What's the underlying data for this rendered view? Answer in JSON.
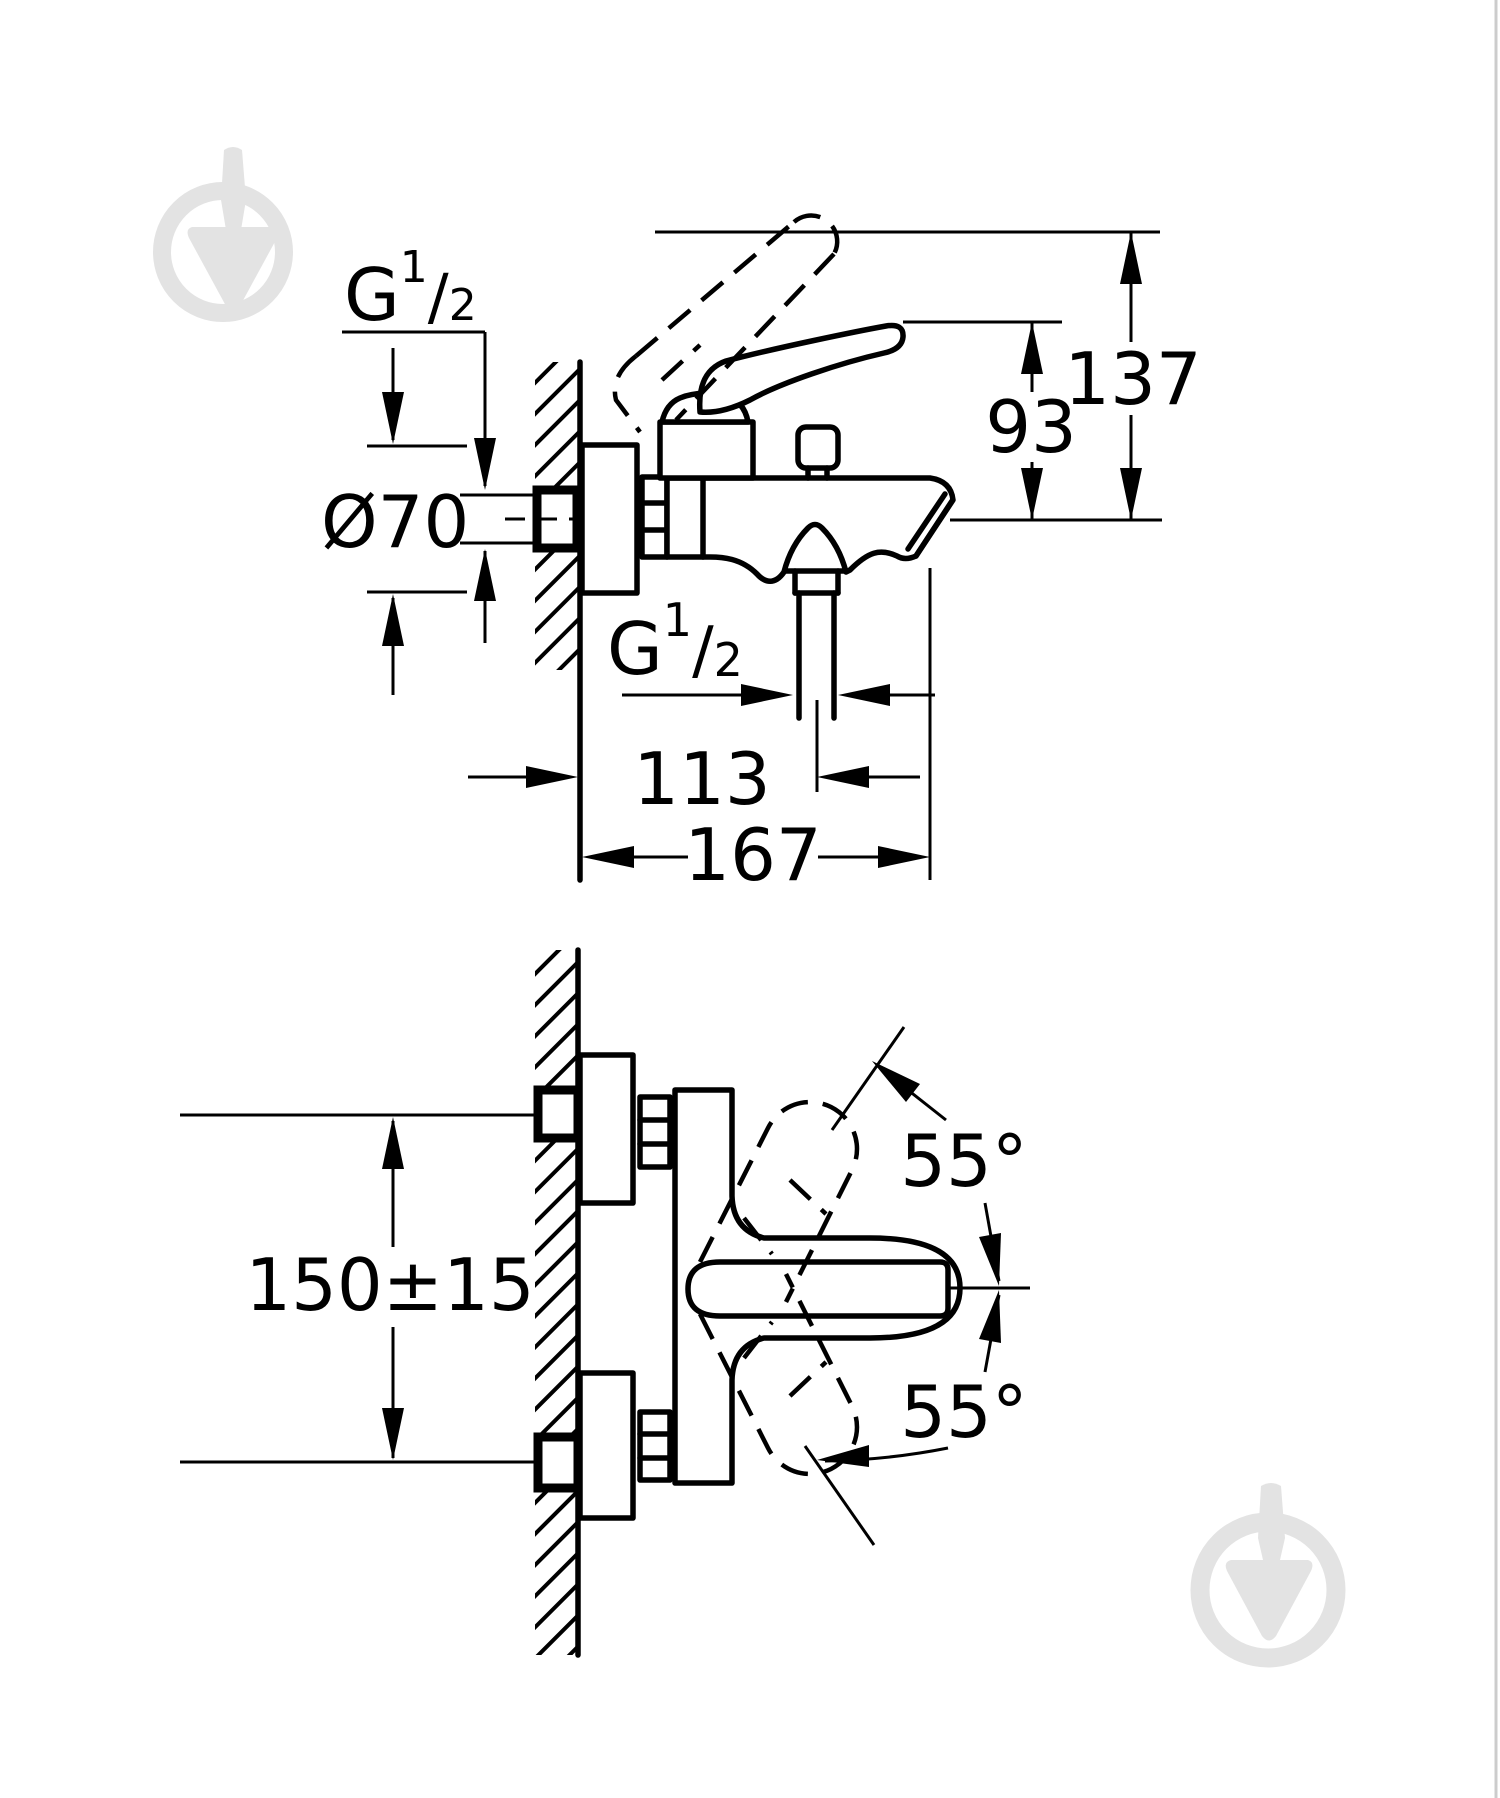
{
  "page": {
    "background": "#ffffff",
    "line_color": "#000000",
    "watermark_color": "#e3e3e3",
    "edge_border_color": "#cccccc"
  },
  "drawing": {
    "kind": "technical dimension drawing",
    "subject": "wall-mounted single-lever bath/shower mixer, two orthographic views",
    "side_view_dimension_labels": [
      "G 1/2",
      "Ø70",
      "93",
      "137",
      "G 1/2",
      "113",
      "167"
    ],
    "plan_view_dimension_labels": [
      "150±15",
      "55°",
      "55°"
    ]
  },
  "labels": {
    "thread": {
      "base": "G",
      "sup": "1",
      "slash": "/",
      "sub": "2"
    },
    "escutcheon_diameter": "Ø70",
    "lever_height": "93",
    "lever_height_open": "137",
    "outlet_offset": "113",
    "total_depth": "167",
    "supply_spacing": "150±15",
    "swivel_angle_up": "55°",
    "swivel_angle_down": "55°"
  },
  "icons": {
    "watermark": "trowel-logo-icon"
  }
}
